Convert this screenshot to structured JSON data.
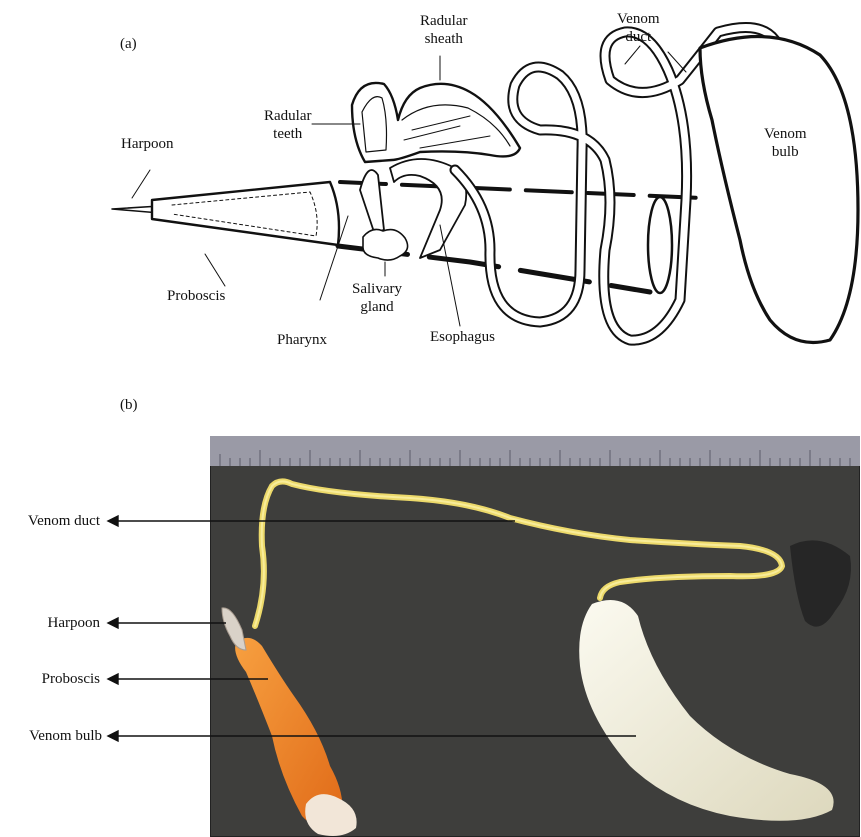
{
  "panel_a": {
    "letter": "(a)",
    "labels": {
      "harpoon": "Harpoon",
      "proboscis": "Proboscis",
      "pharynx": "Pharynx",
      "salivary_gland": "Salivary\ngland",
      "esophagus": "Esophagus",
      "radular_teeth": "Radular\nteeth",
      "radular_sheath": "Radular\nsheath",
      "venom_duct": "Venom\nduct",
      "venom_bulb": "Venom\nbulb"
    }
  },
  "panel_b": {
    "letter": "(b)",
    "labels": {
      "venom_duct": "Venom duct",
      "harpoon": "Harpoon",
      "proboscis": "Proboscis",
      "venom_bulb": "Venom bulb"
    }
  },
  "colors": {
    "line": "#111111",
    "photo_background": "#3e3e3c",
    "ruler": "#9a9aa6",
    "duct_yellow": "#ecd96a",
    "proboscis_orange": "#f08a2a",
    "bulb_cream": "#f1eedb"
  }
}
